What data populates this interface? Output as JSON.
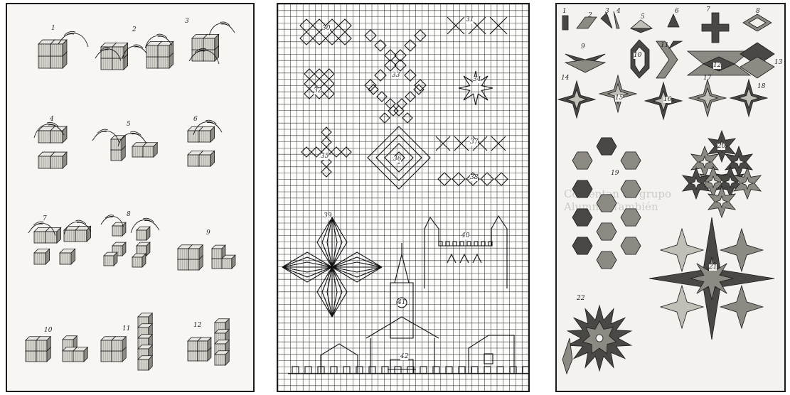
{
  "panel1": {
    "figures": [
      "1",
      "2",
      "3",
      "4",
      "5",
      "6",
      "7",
      "8",
      "9",
      "10",
      "11",
      "12"
    ]
  },
  "panel2": {
    "figures": [
      "30",
      "31",
      "32",
      "33",
      "34",
      "35",
      "36",
      "37",
      "38",
      "39",
      "40",
      "41",
      "42"
    ]
  },
  "panel3": {
    "figures": [
      "1",
      "2",
      "3",
      "4",
      "5",
      "6",
      "7",
      "8",
      "9",
      "10",
      "11",
      "12",
      "13",
      "14",
      "15",
      "16",
      "17",
      "18",
      "19",
      "20",
      "21",
      "22"
    ],
    "bleed_text": [
      "Comentan en grupo",
      "Alumna. También"
    ]
  },
  "colors": {
    "ink": "#1b1b1b",
    "cube": "#bdbab4",
    "shade": "#6b6863",
    "grid": "#222222",
    "paper": "#f7f6f2"
  }
}
